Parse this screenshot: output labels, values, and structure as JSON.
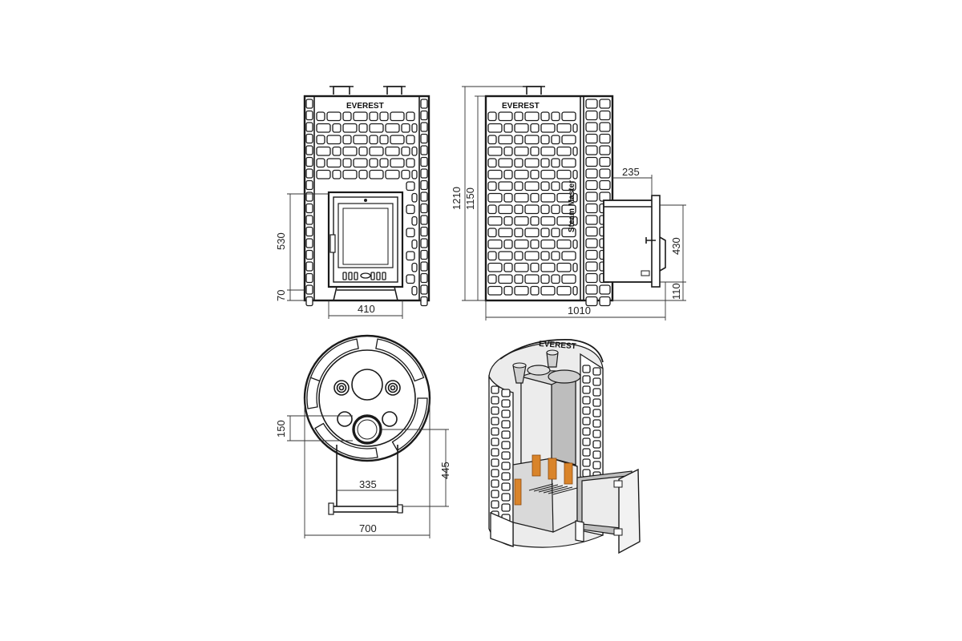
{
  "brand": {
    "front_top": "EVEREST",
    "side_top": "EVEREST",
    "side_vertical": "Steam Master",
    "iso_top": "EVEREST"
  },
  "dimensions": {
    "front_door_height": "530",
    "front_base_height": "70",
    "front_door_width": "410",
    "side_total_height": "1210",
    "side_body_height": "1150",
    "side_firebox_offset": "235",
    "side_firebox_height": "430",
    "side_firebox_base": "110",
    "side_total_depth": "1010",
    "top_offset": "150",
    "top_firebox_depth": "445",
    "top_firebox_width": "335",
    "top_diameter": "700"
  }
}
